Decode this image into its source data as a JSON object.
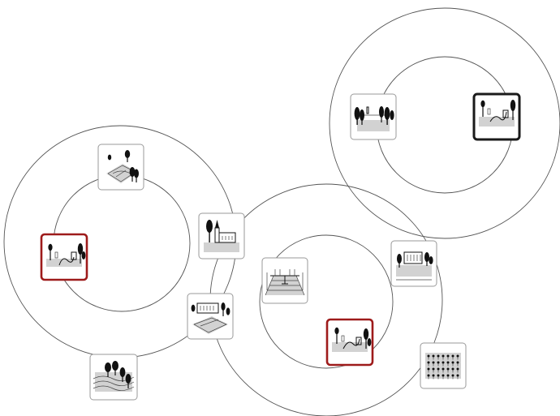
{
  "diagram": {
    "rings": [
      {
        "id": "left-outer"
      },
      {
        "id": "left-inner"
      },
      {
        "id": "center-outer"
      },
      {
        "id": "center-inner"
      },
      {
        "id": "right-outer"
      },
      {
        "id": "right-inner"
      }
    ],
    "tiles": [
      {
        "id": "park-tile-top",
        "icon": "garden-plan-icon",
        "highlight": "none"
      },
      {
        "id": "garden-path-tile-left",
        "icon": "garden-path-icon",
        "highlight": "red"
      },
      {
        "id": "church-tile",
        "icon": "church-icon",
        "highlight": "none"
      },
      {
        "id": "manor-garden-tile",
        "icon": "manor-garden-icon",
        "highlight": "none"
      },
      {
        "id": "river-trees-tile",
        "icon": "river-trees-icon",
        "highlight": "none"
      },
      {
        "id": "plaza-tile",
        "icon": "plaza-perspective-icon",
        "highlight": "none"
      },
      {
        "id": "garden-path-tile-center",
        "icon": "garden-path-icon",
        "highlight": "red"
      },
      {
        "id": "building-tile",
        "icon": "building-icon",
        "highlight": "none"
      },
      {
        "id": "orchard-tile",
        "icon": "orchard-grid-icon",
        "highlight": "none"
      },
      {
        "id": "tree-row-tile",
        "icon": "tree-row-icon",
        "highlight": "none"
      },
      {
        "id": "garden-path-tile-right",
        "icon": "garden-path-icon",
        "highlight": "black"
      }
    ],
    "colors": {
      "ring": "#555555",
      "tile_border": "#9a9a9a",
      "highlight_red": "#9e1b1b",
      "highlight_black": "#1a1a1a",
      "ground": "#d2d2d2"
    }
  }
}
